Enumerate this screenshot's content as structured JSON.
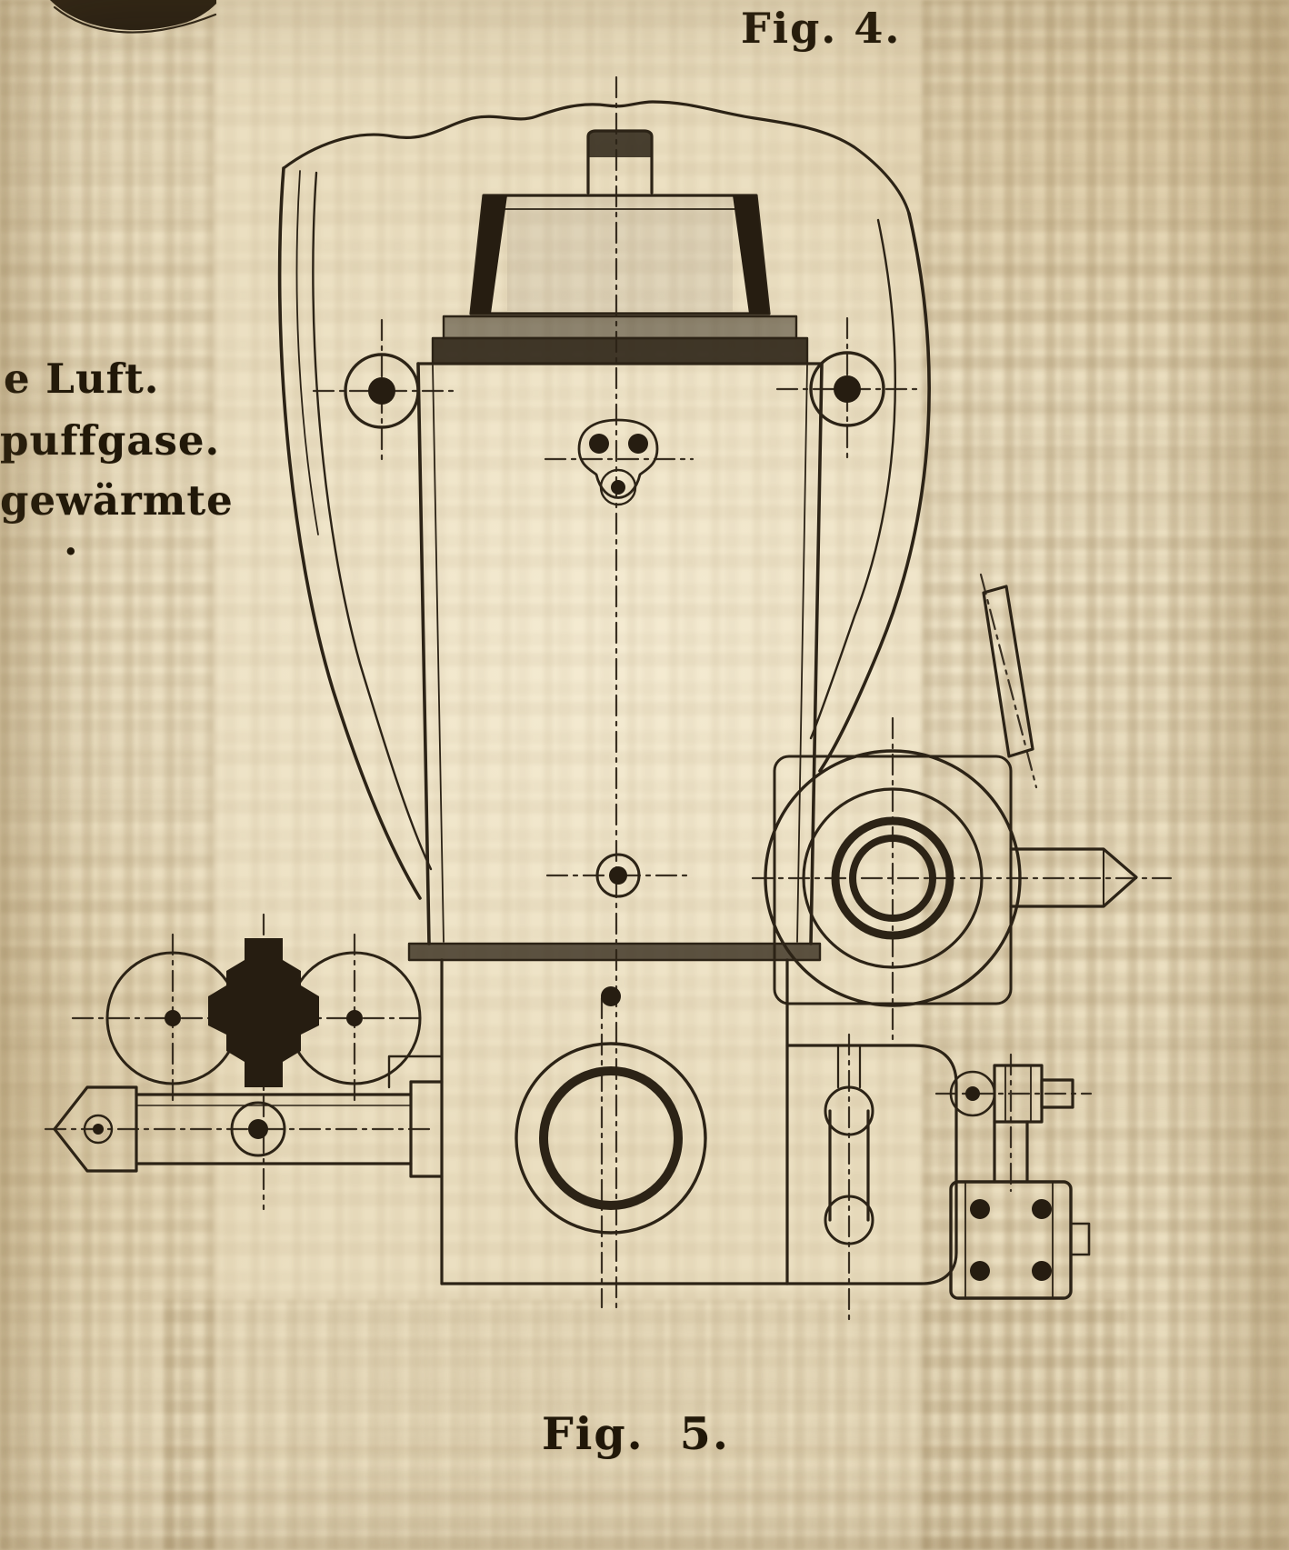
{
  "captions": {
    "top": "Fig. 4.",
    "bottom": "Fig. 5."
  },
  "marginalia": {
    "fragments": [
      "e Luft.",
      "puffgase.",
      "gewärmte",
      "."
    ]
  },
  "colors": {
    "paper": "#ebdfc1",
    "ink": "#261d11",
    "ghost_print": "#8a7048"
  }
}
